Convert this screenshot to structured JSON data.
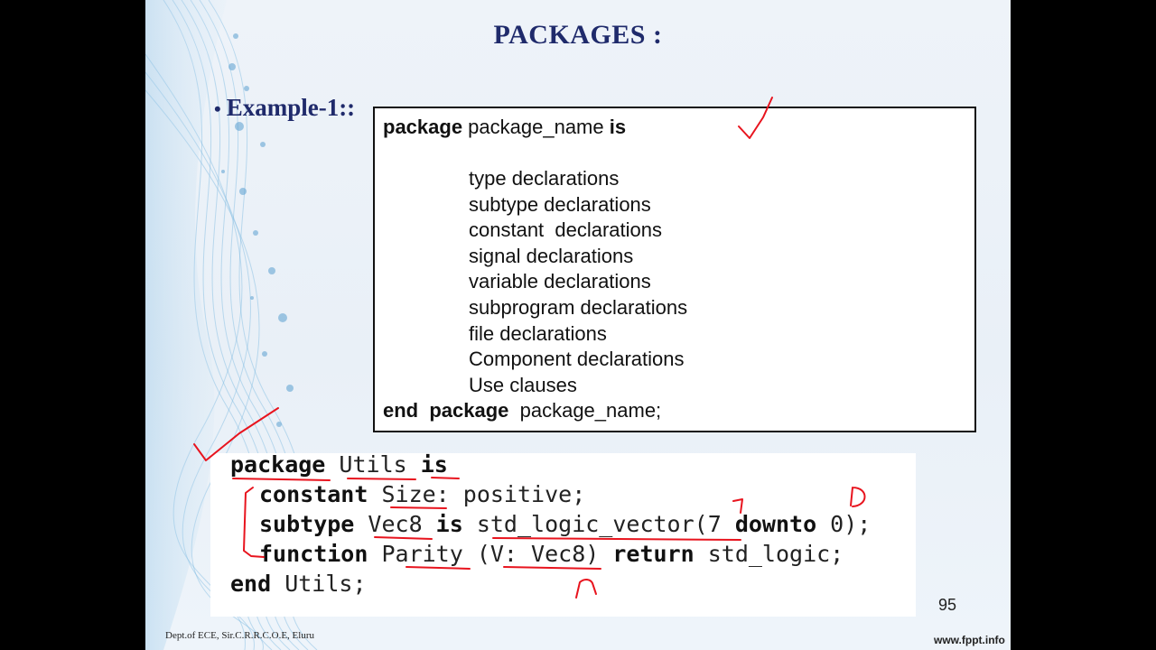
{
  "slide": {
    "title": "PACKAGES :",
    "bullet": "Example-1::",
    "syntax": {
      "line1_kw": "package",
      "line1_name": " package_name ",
      "line1_is": "is",
      "items": [
        "type declarations",
        "subtype declarations",
        "constant  declarations",
        "signal declarations",
        "variable declarations",
        "subprogram declarations",
        "file declarations",
        "Component declarations",
        "Use clauses"
      ],
      "end_kw": "end  package",
      "end_name": "  package_name;"
    },
    "code": {
      "l1_kw": "package",
      "l1_name": " Utils ",
      "l1_is": "is",
      "l2_kw": "constant",
      "l2_rest": " Size: positive;",
      "l3_kw": "subtype",
      "l3_a": " Vec8 ",
      "l3_is": "is",
      "l3_b": " std_logic_vector(7 ",
      "l3_downto": "downto",
      "l3_c": " 0);",
      "l4_kw": "function",
      "l4_a": " Parity (V: Vec8) ",
      "l4_return": "return",
      "l4_b": " std_logic;",
      "l5_kw": "end",
      "l5_rest": " Utils;"
    },
    "page_number": "95",
    "footer_left": "Dept.of ECE, Sir.C.R.R.C.O.E, Eluru",
    "footer_right": "www.fppt.info"
  },
  "colors": {
    "title": "#1f2a6b",
    "annotation_ink": "#e8141e",
    "slide_bg": "#eef3f9"
  }
}
